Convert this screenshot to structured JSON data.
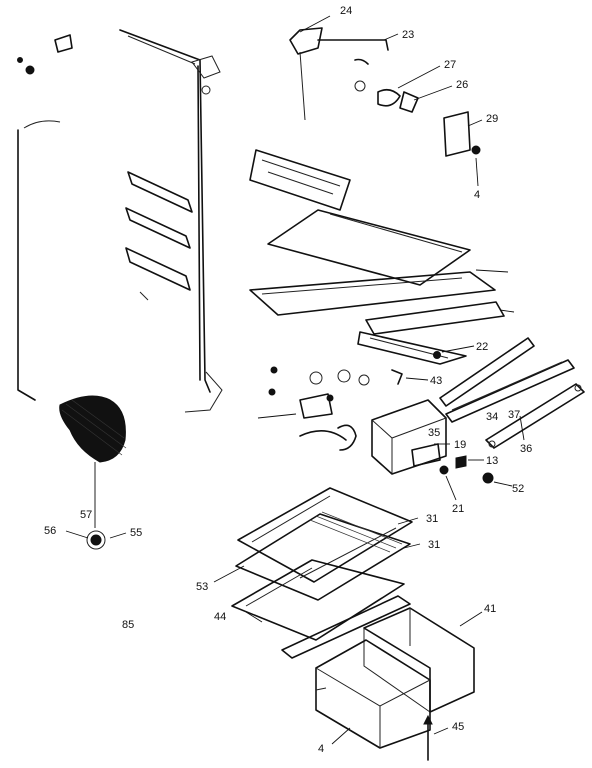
{
  "labels": {
    "l24": "24",
    "l23": "23",
    "l27": "27",
    "l26": "26",
    "l29": "29",
    "l4a": "4",
    "l22": "22",
    "l35": "35",
    "l34": "34",
    "l37": "37",
    "l36": "36",
    "l19": "19",
    "l13": "13",
    "l21": "21",
    "l52": "52",
    "l43": "43",
    "l56": "56",
    "l57": "57",
    "l55": "55",
    "l31a": "31",
    "l31b": "31",
    "l53": "53",
    "l85": "85",
    "l44": "44",
    "l41": "41",
    "l4b": "4",
    "l45": "45"
  }
}
